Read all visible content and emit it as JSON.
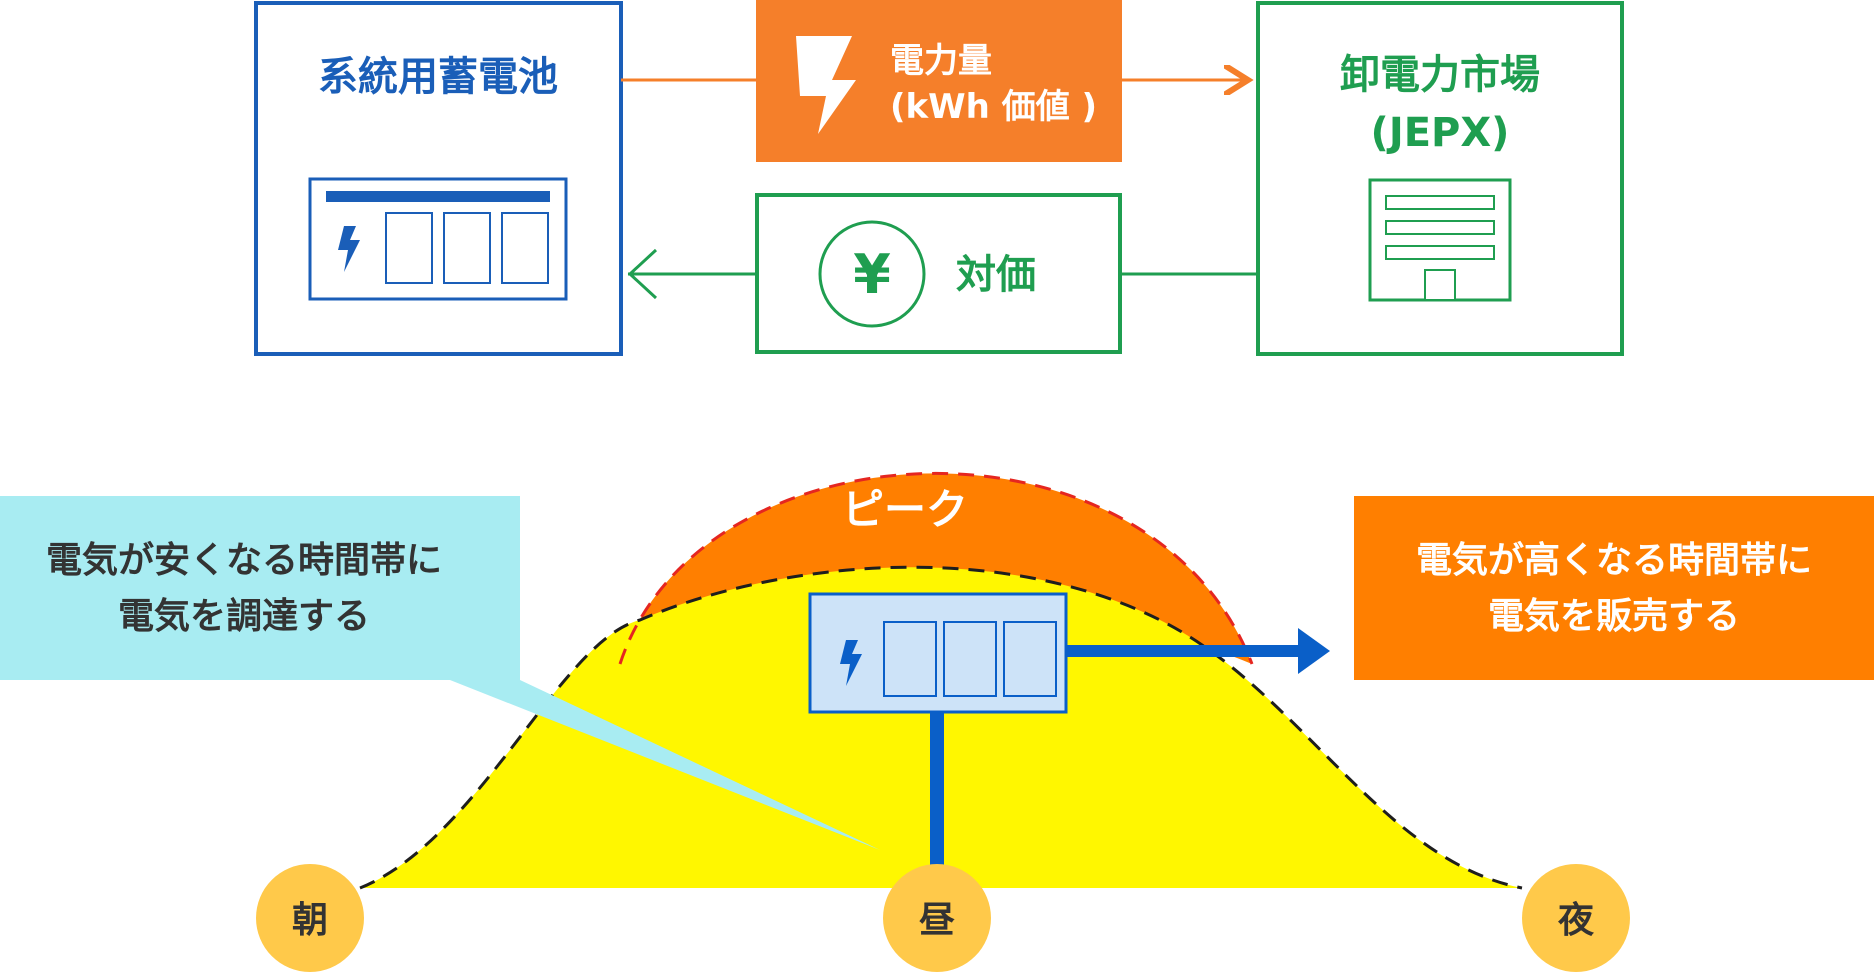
{
  "battery": {
    "label": "系統用蓄電池",
    "color": "#1a5eb8"
  },
  "energy": {
    "line1": "電力量",
    "line2": "(kWh 価値 )",
    "color": "#f57f2a"
  },
  "market": {
    "line1": "卸電力市場",
    "line2": "(JEPX)",
    "color": "#1f9e50"
  },
  "payment": {
    "label": "対価",
    "currency": "¥"
  },
  "peak": {
    "label": "ピーク"
  },
  "buy_callout": {
    "line1": "電気が安くなる時間帯に",
    "line2": "電気を調達する",
    "color": "#a8ecf2"
  },
  "sell_callout": {
    "line1": "電気が高くなる時間帯に",
    "line2": "電気を販売する",
    "color": "#ff7f00"
  },
  "times": {
    "morning": "朝",
    "noon": "昼",
    "night": "夜"
  },
  "colors": {
    "yellow": "#fff700",
    "orange": "#ff7f00",
    "circle": "#ffc94a",
    "blue": "#0a5fc8"
  }
}
